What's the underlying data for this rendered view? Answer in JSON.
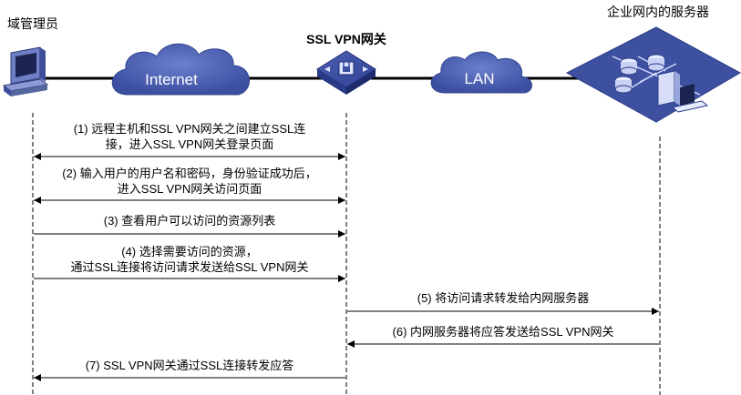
{
  "nodes": {
    "admin": {
      "label": "域管理员"
    },
    "internet": {
      "label": "Internet"
    },
    "gateway": {
      "label": "SSL VPN网关"
    },
    "lan": {
      "label": "LAN"
    },
    "servers": {
      "label": "企业网内的服务器"
    }
  },
  "steps": [
    {
      "line1": "(1) 远程主机和SSL VPN网关之间建立SSL连",
      "line2": "接，进入SSL VPN网关登录页面",
      "from": "admin",
      "to": "gateway",
      "direction": "both"
    },
    {
      "line1": "(2) 输入用户的用户名和密码，身份验证成功后，",
      "line2": "进入SSL VPN网关访问页面",
      "from": "admin",
      "to": "gateway",
      "direction": "both"
    },
    {
      "line1": "(3) 查看用户可以访问的资源列表",
      "line2": "",
      "from": "admin",
      "to": "gateway",
      "direction": "right"
    },
    {
      "line1": "(4) 选择需要访问的资源，",
      "line2": "通过SSL连接将访问请求发送给SSL VPN网关",
      "from": "admin",
      "to": "gateway",
      "direction": "right"
    },
    {
      "line1": "(5) 将访问请求转发给内网服务器",
      "line2": "",
      "from": "gateway",
      "to": "servers",
      "direction": "right"
    },
    {
      "line1": "(6) 内网服务器将应答发送给SSL VPN网关",
      "line2": "",
      "from": "servers",
      "to": "gateway",
      "direction": "left"
    },
    {
      "line1": "(7) SSL VPN网关通过SSL连接转发应答",
      "line2": "",
      "from": "gateway",
      "to": "admin",
      "direction": "left"
    }
  ],
  "colors": {
    "cloud": "#4a5fae",
    "cloud_dark": "#34458c",
    "device": "#6f7fc6",
    "server_bg": "#3c4f9e",
    "line": "#000000"
  }
}
